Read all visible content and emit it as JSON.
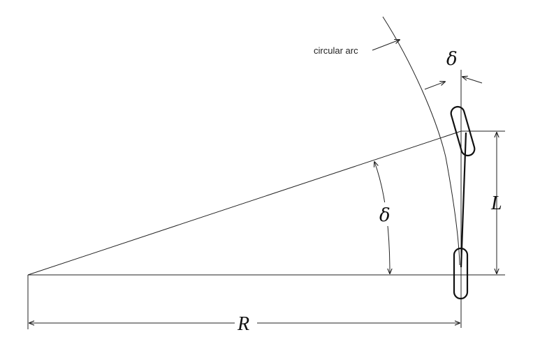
{
  "diagram": {
    "arc_label": "circular arc",
    "steer_angle_top": "δ",
    "steer_angle_center": "δ",
    "wheelbase_label": "L",
    "radius_label": "R"
  },
  "colors": {
    "line": "#222222",
    "background": "#ffffff"
  }
}
